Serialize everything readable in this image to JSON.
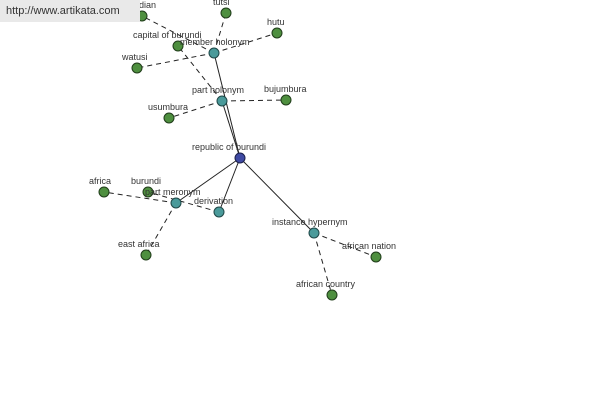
{
  "watermark": "http://www.artikata.com",
  "graph": {
    "root": "republic of burundi",
    "relations": {
      "member_holonym": "member holonym",
      "part_holonym": "part holonym",
      "part_meronym": "part meronym",
      "derivation": "derivation",
      "instance_hypernym": "instance hypernym"
    },
    "words": {
      "indian": "indian",
      "tutsi": "tutsi",
      "hutu": "hutu",
      "capital_of_burundi": "capital of burundi",
      "watusi": "watusi",
      "bujumbura": "bujumbura",
      "usumbura": "usumbura",
      "africa": "africa",
      "burundi": "burundi",
      "east_africa": "east africa",
      "african_nation": "african nation",
      "african_country": "african country"
    }
  }
}
